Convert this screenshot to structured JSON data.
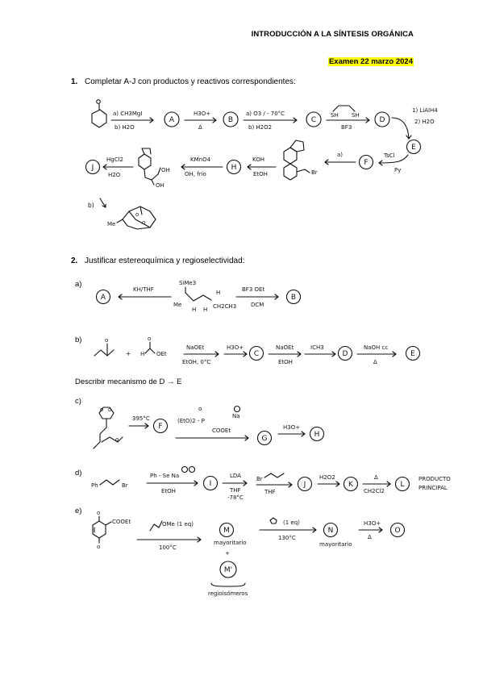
{
  "header": {
    "title": "INTRODUCCIÓN A LA SÍNTESIS ORGÁNICA",
    "exam_date": "Examen 22 marzo 2024"
  },
  "q1": {
    "number": "1.",
    "text": "Completar A-J con productos y reactivos correspondientes:",
    "reagents": {
      "r1a": "a) CH3MgI",
      "r1b": "b) H2O",
      "r2a": "H3O+",
      "r2b": "Δ",
      "r3a": "a) O3 / - 70°C",
      "r3b": "b) H2O2",
      "r4a": "SH",
      "r4b": "SH",
      "r4c": "BF3",
      "r5a": "1) LiAlH4",
      "r5b": "2) H2O",
      "r6a": "TsCl",
      "r6b": "Py",
      "r7": "a)",
      "r8a": "KOH",
      "r8b": "EtOH",
      "r9a": "KMnO4",
      "r9b": "OH, frío",
      "r10a": "HgCl2",
      "r10b": "H2O",
      "br": "Br",
      "oh1": "OH",
      "oh2": "OH",
      "b_label": "b)",
      "me": "Me"
    },
    "labels": [
      "A",
      "B",
      "C",
      "D",
      "E",
      "F",
      "H",
      "J"
    ]
  },
  "q2": {
    "number": "2.",
    "text": "Justificar estereoquímica y regioselectividad:",
    "part_a": {
      "label": "a)",
      "reagent_left": "KH/THF",
      "reagent_right_top": "BF3 OEt",
      "reagent_right_bottom": "DCM",
      "sime3": "SiMe3",
      "me": "Me",
      "h1": "H",
      "h2": "H",
      "h3": "H",
      "ch2ch3": "CH2CH3",
      "labels": [
        "A",
        "B"
      ]
    },
    "part_b": {
      "label": "b)",
      "plus": "+",
      "h": "H",
      "oet": "OEt",
      "r1_top": "NaOEt",
      "r1_bottom": "EtOH, 0°C",
      "r2": "H3O+",
      "r3_top": "NaOEt",
      "r3_bottom": "EtOH",
      "r4": "ICH3",
      "r5_top": "NaOH cc",
      "r5_bottom": "Δ",
      "labels": [
        "C",
        "D",
        "E"
      ]
    },
    "mechanism": "Describir mecanismo de D → E",
    "part_c": {
      "label": "c)",
      "temp": "395°C",
      "reagent": "(EtO)2 - P",
      "na": "Na",
      "cooet": "COOEt",
      "r2": "H3O+",
      "labels": [
        "F",
        "G",
        "H"
      ]
    },
    "part_d": {
      "label": "d)",
      "ph": "Ph",
      "br": "Br",
      "r1_top": "Ph - Se  Na",
      "r1_bottom": "EtOH",
      "r2_top": "LDA",
      "r2_mid": "THF",
      "r2_bottom": "-78°C",
      "r3_left": "Br",
      "r3_bottom": "THF",
      "r4": "H2O2",
      "r5_top": "Δ",
      "r5_bottom": "CH2Cl2",
      "product_line1": "PRODUCTO",
      "product_line2": "PRINCIPAL",
      "labels": [
        "I",
        "J",
        "K",
        "L"
      ]
    },
    "part_e": {
      "label": "e)",
      "cooet": "COOEt",
      "r1_top": "OMe  (1 eq)",
      "r1_bottom": "100°C",
      "m_label": "mayoritario",
      "plus": "+",
      "r2_top": "(1 eq)",
      "r2_bottom": "130°C",
      "n_label": "mayoritario",
      "r3_top": "H3O+",
      "r3_bottom": "Δ",
      "regio": "regioisómeros",
      "labels": [
        "M",
        "N",
        "O",
        "M'"
      ]
    }
  }
}
